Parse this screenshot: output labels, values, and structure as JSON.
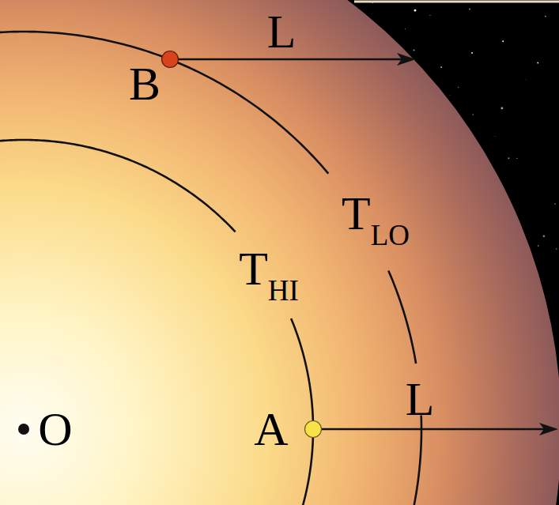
{
  "diagram": {
    "labels": [
      "L",
      "B",
      "TLO",
      "THI",
      "L",
      "O",
      "A"
    ]
  }
}
